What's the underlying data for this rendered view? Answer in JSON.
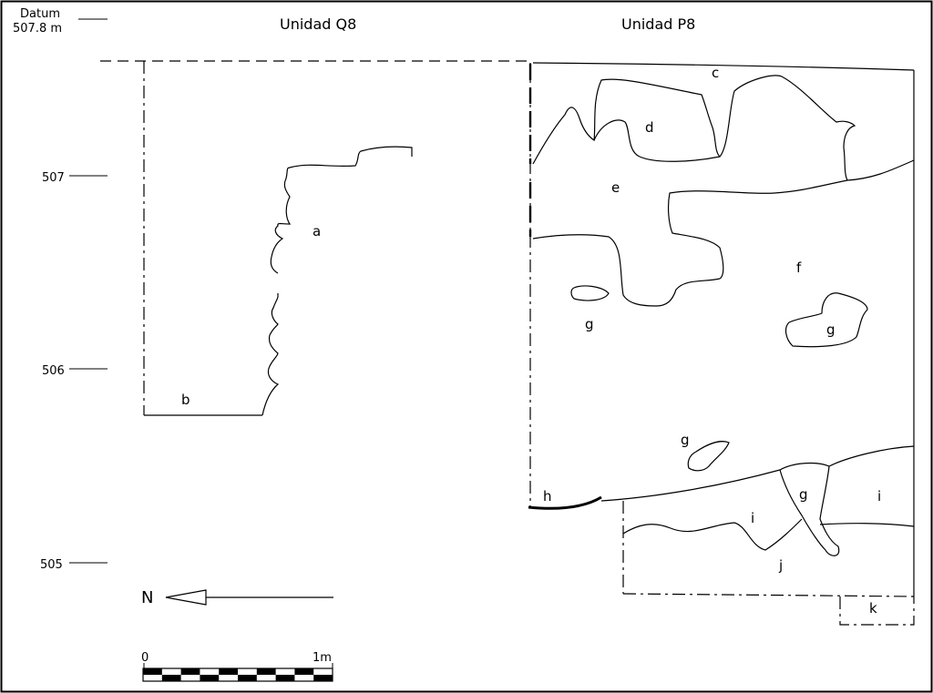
{
  "units": {
    "left": "Unidad Q8",
    "right": "Unidad P8"
  },
  "datum": {
    "label": "Datum",
    "value": "507.8 m"
  },
  "elevation_ticks": [
    "507",
    "506",
    "505"
  ],
  "layer_labels": {
    "a": "a",
    "b": "b",
    "c": "c",
    "d": "d",
    "e": "e",
    "f": "f",
    "g": "g",
    "h": "h",
    "i": "i",
    "j": "j",
    "k": "k"
  },
  "north": {
    "label": "N"
  },
  "scale": {
    "start": "0",
    "end": "1m"
  }
}
